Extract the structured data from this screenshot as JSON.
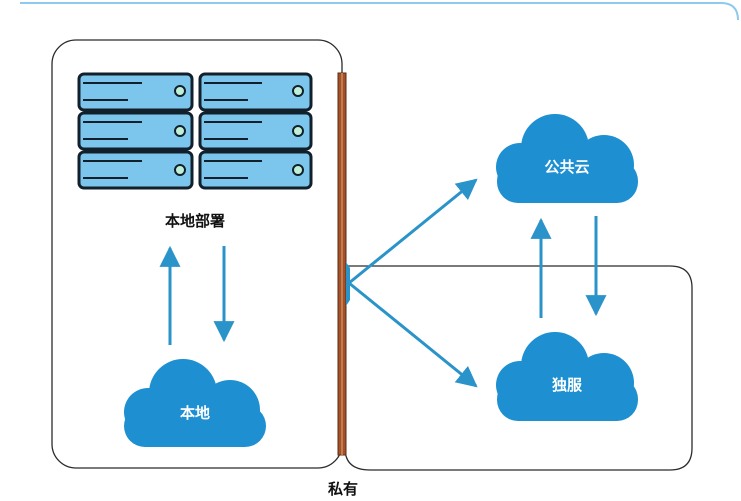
{
  "diagram": {
    "local_deployment_label": "本地部署",
    "local_cloud_label": "本地",
    "public_cloud_label": "公共云",
    "dedicated_label": "独服",
    "private_label": "私有"
  },
  "colors": {
    "arrow": "#2a93c9",
    "cloud": "#1e8fd1",
    "server_fill": "#7cc6ee",
    "server_stroke": "#12202c",
    "wall": "#a0522d",
    "frame": "#2b2b2b",
    "accent_border": "#4aa8e0"
  },
  "icons": {
    "servers": "server-rack-icon",
    "clouds": "cloud-icon"
  }
}
